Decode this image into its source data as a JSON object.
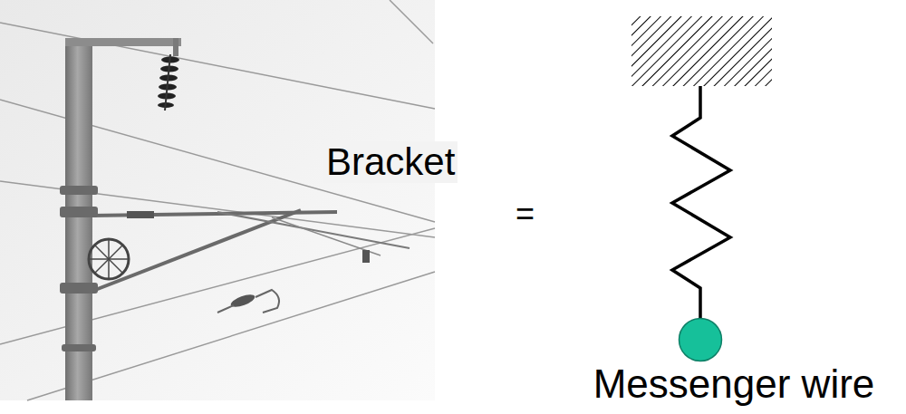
{
  "diagram": {
    "nodes": [
      {
        "text": [
          "Messenger wire"
        ]
      }
    ],
    "labels": [
      "Bracket",
      "="
    ]
  }
}
